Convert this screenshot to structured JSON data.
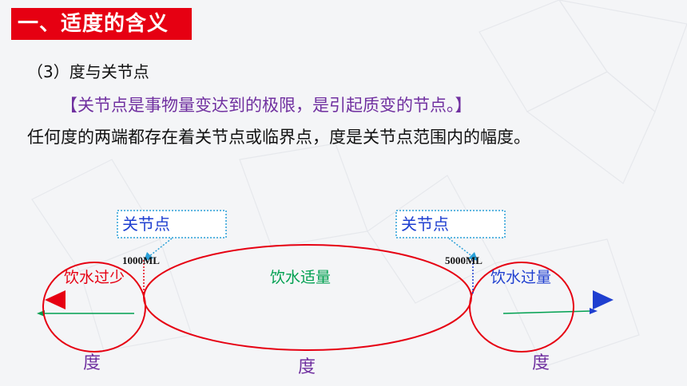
{
  "title": "一、适度的含义",
  "subtitle": "（3）度与关节点",
  "definition": "【关节点是事物量变达到的极限，是引起质变的节点。】",
  "body": "任何度的两端都存在着关节点或临界点，度是关节点范围内的幅度。",
  "diagram": {
    "left_node_box": "关节点",
    "right_node_box": "关节点",
    "left_value": "1000ML",
    "right_value": "5000ML",
    "zone_low": "饮水过少",
    "zone_mid": "饮水适量",
    "zone_high": "饮水过量",
    "degree_left": "度",
    "degree_mid": "度",
    "degree_right": "度"
  },
  "colors": {
    "title_bg": "#e60012",
    "definition": "#7030a0",
    "red": "#e60012",
    "green": "#00a050",
    "blue": "#1f3fd0",
    "degree": "#7030a0",
    "node_box": "#2aa0d8"
  }
}
